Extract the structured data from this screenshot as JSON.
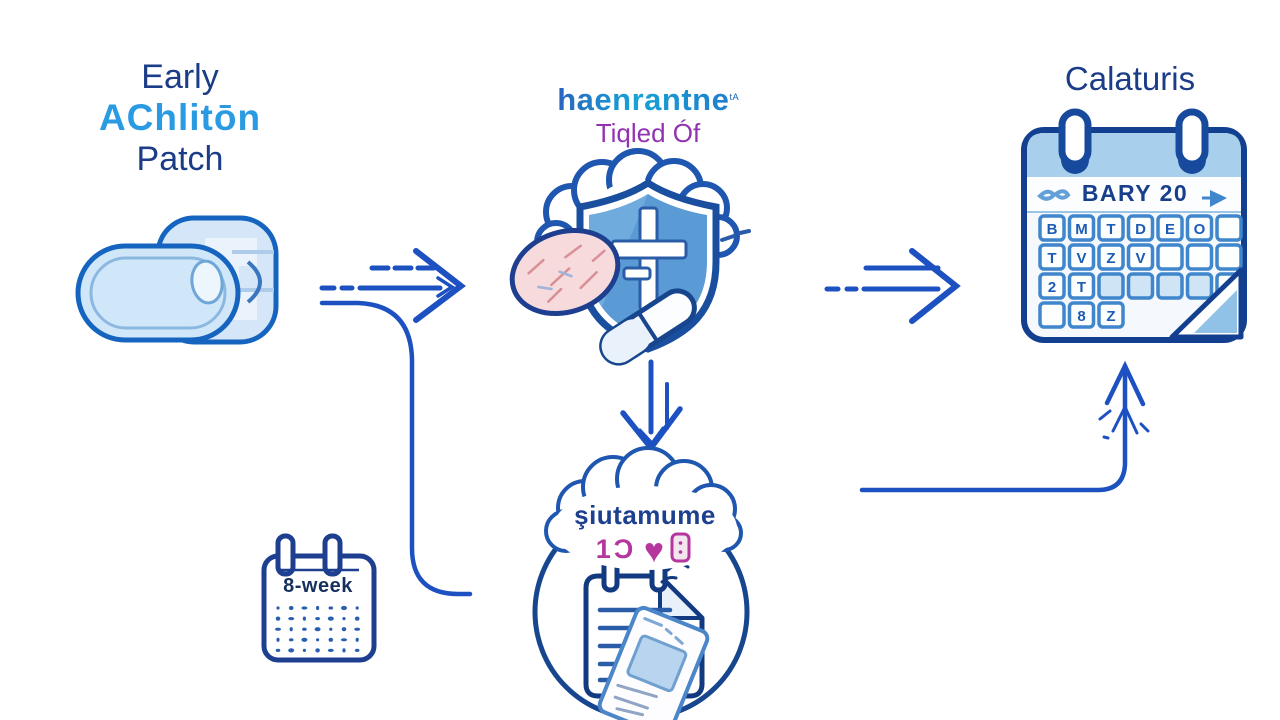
{
  "canvas": {
    "background": "#ffffff"
  },
  "left_step": {
    "line1": "Early",
    "line2": "AChlitōn",
    "line3": "Patch",
    "icon": "patch-icon"
  },
  "center_step": {
    "title": "haenrantne",
    "superscript": "ᵗᴬ",
    "subtitle": "Tiqled Óf",
    "icon": "shield-cross-pills-icon"
  },
  "right_step": {
    "title": "Calaturis",
    "icon": "calendar-icon",
    "calendar": {
      "month_label": "BARY 20",
      "prev_icon": "bow-doodle",
      "next_icon": "right-arrow",
      "grid": [
        [
          "B",
          "M",
          "T",
          "D",
          "E",
          "O",
          ""
        ],
        [
          "T",
          "V",
          "Z",
          "V",
          "",
          "",
          ""
        ],
        [
          "2",
          "T",
          ".",
          ".",
          ".",
          ".",
          ""
        ],
        [
          "",
          "8",
          "Z"
        ]
      ]
    }
  },
  "bottom_left_step": {
    "label": "8-week",
    "icon": "week-calendar-icon"
  },
  "bottom_center_step": {
    "bubble_title": "şiutamume",
    "bubble_value": "1Ɔ",
    "heart_icon": "♥",
    "badge_icon": "pill-badge-icon",
    "icon": "report-clipboard-icon"
  },
  "colors": {
    "navy_text": "#1b3c86",
    "light_blue_text": "#2a9be2",
    "gradient_start": "#2a63be",
    "gradient_end": "#17a3d6",
    "purple_text": "#9232b2",
    "magenta": "#b5379e",
    "arrow_blue": "#1d50c0",
    "shield_fill": "#5b9bd5",
    "calendar_header": "#a8d0ec",
    "pill_pink": "#f7dadb",
    "cell_shade": "#cfe4f5"
  }
}
